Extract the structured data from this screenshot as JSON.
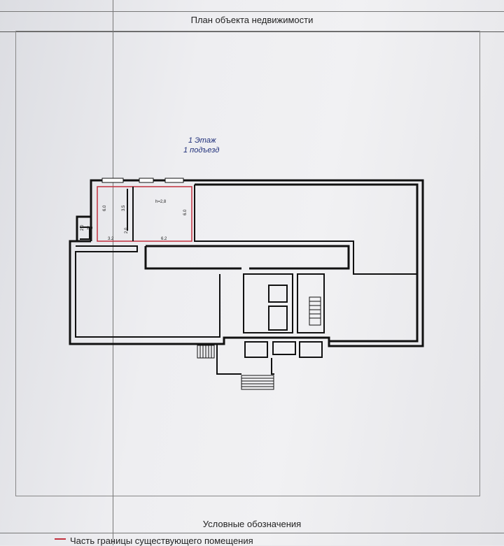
{
  "document": {
    "title": "План объекта недвижимости",
    "floor": "1 Этаж",
    "entrance": "1 подъезд",
    "legend_title": "Условные обозначения",
    "legend_item": "Часть границы существующего помещения"
  },
  "room": {
    "height": "h=2,8",
    "dims": {
      "d1": "6.0",
      "d2": "3.5",
      "d3": "6.0",
      "d4": "2.0",
      "d5": "2.0",
      "d6": "3.2",
      "d7": "2.0",
      "d8": "6.2"
    }
  },
  "colors": {
    "highlight": "#c2303e",
    "walls": "#111111",
    "labels": "#1f2f7a"
  }
}
